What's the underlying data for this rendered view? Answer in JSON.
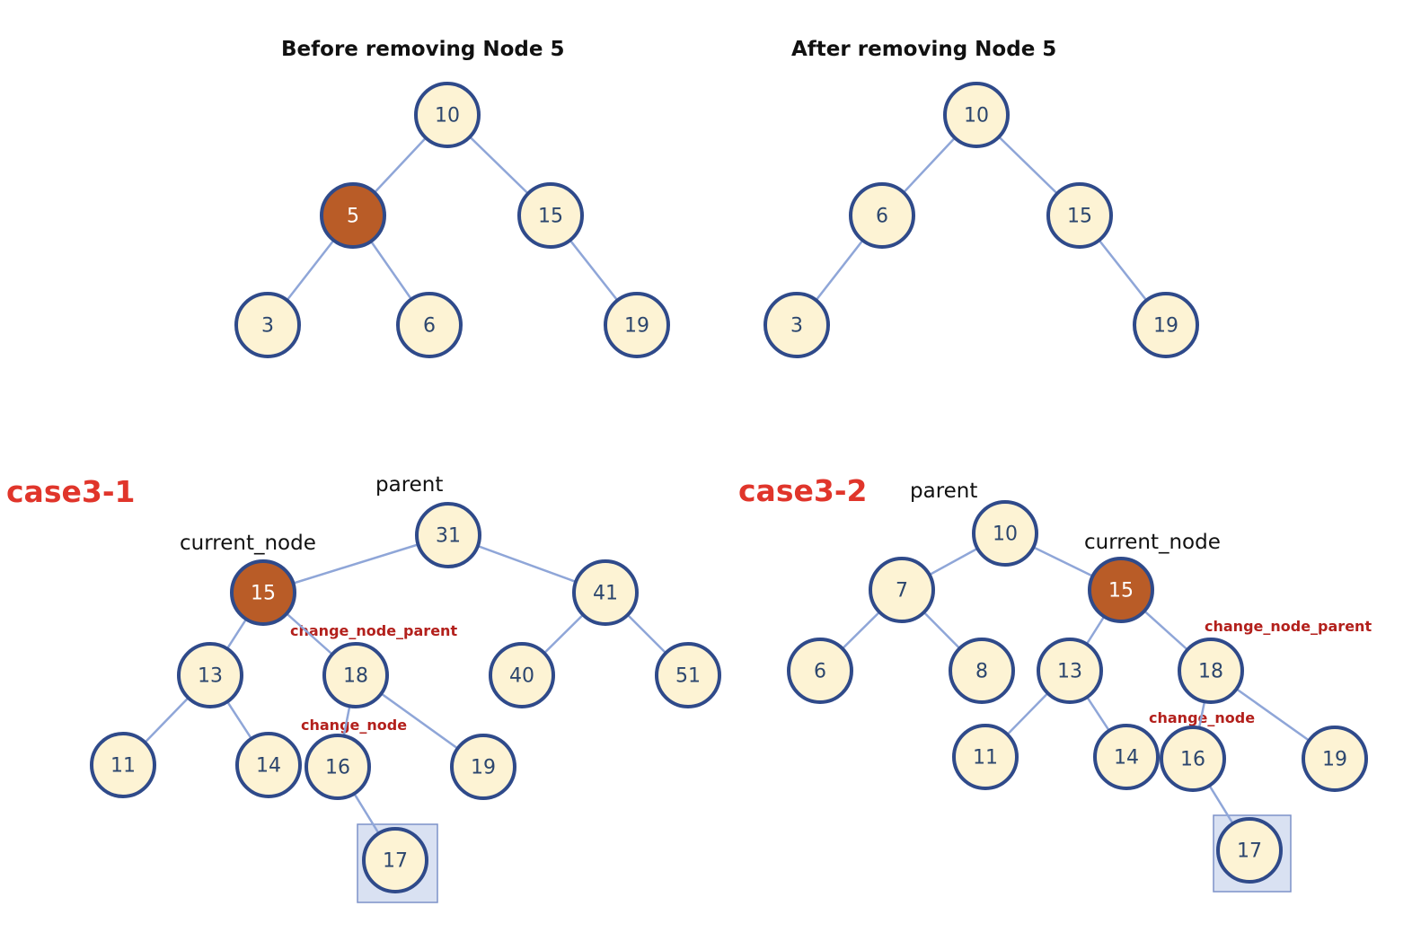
{
  "colors": {
    "node_fill": "#fdf3d4",
    "node_stroke": "#2f4a8a",
    "node_text": "#2c466e",
    "highlight_fill": "#b95c27",
    "highlight_text": "#ffffff",
    "edge": "#8fa6d8",
    "case_label": "#e0352b",
    "annotation": "#b3201c"
  },
  "diagrams": [
    {
      "id": "before",
      "title": "Before removing Node 5",
      "nodes": [
        {
          "id": "n10",
          "value": "10"
        },
        {
          "id": "n5",
          "value": "5",
          "highlight": true
        },
        {
          "id": "n15",
          "value": "15"
        },
        {
          "id": "n3",
          "value": "3"
        },
        {
          "id": "n6",
          "value": "6"
        },
        {
          "id": "n19",
          "value": "19"
        }
      ],
      "edges": [
        [
          "n10",
          "n5"
        ],
        [
          "n10",
          "n15"
        ],
        [
          "n5",
          "n3"
        ],
        [
          "n5",
          "n6"
        ],
        [
          "n15",
          "n19"
        ]
      ]
    },
    {
      "id": "after",
      "title": "After removing Node 5",
      "nodes": [
        {
          "id": "n10",
          "value": "10"
        },
        {
          "id": "n6",
          "value": "6"
        },
        {
          "id": "n15",
          "value": "15"
        },
        {
          "id": "n3",
          "value": "3"
        },
        {
          "id": "n19",
          "value": "19"
        }
      ],
      "edges": [
        [
          "n10",
          "n6"
        ],
        [
          "n10",
          "n15"
        ],
        [
          "n6",
          "n3"
        ],
        [
          "n15",
          "n19"
        ]
      ]
    },
    {
      "id": "case3-1",
      "case_label": "case3-1",
      "labels": {
        "parent": "parent",
        "current_node": "current_node",
        "change_node_parent": "change_node_parent",
        "change_node": "change_node"
      },
      "nodes": [
        {
          "id": "n31",
          "value": "31",
          "role": "parent"
        },
        {
          "id": "n15",
          "value": "15",
          "highlight": true,
          "role": "current_node"
        },
        {
          "id": "n41",
          "value": "41"
        },
        {
          "id": "n13",
          "value": "13"
        },
        {
          "id": "n18",
          "value": "18",
          "role": "change_node_parent"
        },
        {
          "id": "n40",
          "value": "40"
        },
        {
          "id": "n51",
          "value": "51"
        },
        {
          "id": "n11",
          "value": "11"
        },
        {
          "id": "n14",
          "value": "14"
        },
        {
          "id": "n16",
          "value": "16",
          "role": "change_node"
        },
        {
          "id": "n19",
          "value": "19"
        },
        {
          "id": "n17",
          "value": "17",
          "boxed": true
        }
      ],
      "edges": [
        [
          "n31",
          "n15"
        ],
        [
          "n31",
          "n41"
        ],
        [
          "n15",
          "n13"
        ],
        [
          "n15",
          "n18"
        ],
        [
          "n41",
          "n40"
        ],
        [
          "n41",
          "n51"
        ],
        [
          "n13",
          "n11"
        ],
        [
          "n13",
          "n14"
        ],
        [
          "n18",
          "n16"
        ],
        [
          "n18",
          "n19"
        ],
        [
          "n16",
          "n17"
        ]
      ]
    },
    {
      "id": "case3-2",
      "case_label": "case3-2",
      "labels": {
        "parent": "parent",
        "current_node": "current_node",
        "change_node_parent": "change_node_parent",
        "change_node": "change_node"
      },
      "nodes": [
        {
          "id": "n10",
          "value": "10",
          "role": "parent"
        },
        {
          "id": "n7",
          "value": "7"
        },
        {
          "id": "n15",
          "value": "15",
          "highlight": true,
          "role": "current_node"
        },
        {
          "id": "n6",
          "value": "6"
        },
        {
          "id": "n8",
          "value": "8"
        },
        {
          "id": "n13",
          "value": "13"
        },
        {
          "id": "n18",
          "value": "18",
          "role": "change_node_parent"
        },
        {
          "id": "n11",
          "value": "11"
        },
        {
          "id": "n14",
          "value": "14"
        },
        {
          "id": "n16",
          "value": "16",
          "role": "change_node"
        },
        {
          "id": "n19",
          "value": "19"
        },
        {
          "id": "n17",
          "value": "17",
          "boxed": true
        }
      ],
      "edges": [
        [
          "n10",
          "n7"
        ],
        [
          "n10",
          "n15"
        ],
        [
          "n7",
          "n6"
        ],
        [
          "n7",
          "n8"
        ],
        [
          "n15",
          "n13"
        ],
        [
          "n15",
          "n18"
        ],
        [
          "n13",
          "n11"
        ],
        [
          "n13",
          "n14"
        ],
        [
          "n18",
          "n16"
        ],
        [
          "n18",
          "n19"
        ],
        [
          "n16",
          "n17"
        ]
      ]
    }
  ]
}
